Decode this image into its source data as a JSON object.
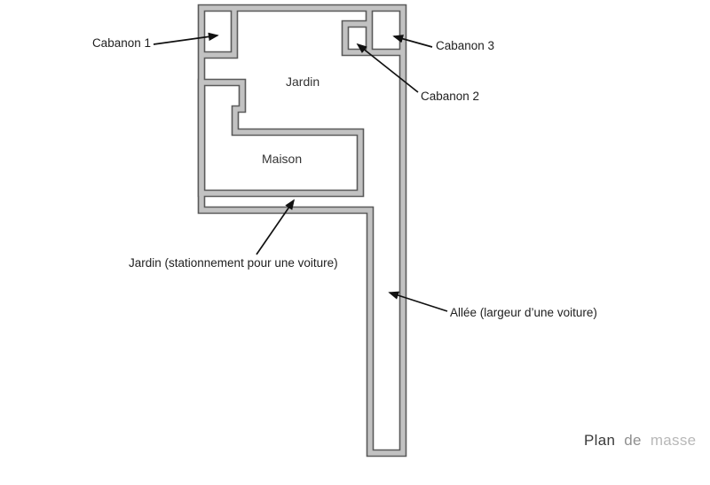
{
  "plan": {
    "labels": {
      "cabanon1": "Cabanon 1",
      "cabanon2": "Cabanon 2",
      "cabanon3": "Cabanon 3",
      "jardin": "Jardin",
      "maison": "Maison",
      "parking": "Jardin (stationnement pour une voiture)",
      "allee": "Allée (largeur d’une voiture)"
    },
    "watermark": {
      "word1": "Plan",
      "word2": "de",
      "word3": "masse"
    },
    "colors": {
      "wall_edge": "#5a5a5a",
      "wall_fill": "#c2c2c2",
      "arrow": "#111111",
      "label_text": "#1e1e1e",
      "inner_label_text": "#333333",
      "watermark_dark": "#3a3a3a",
      "watermark_mid": "#8f8f8f",
      "watermark_light": "#b8b8b8"
    }
  }
}
